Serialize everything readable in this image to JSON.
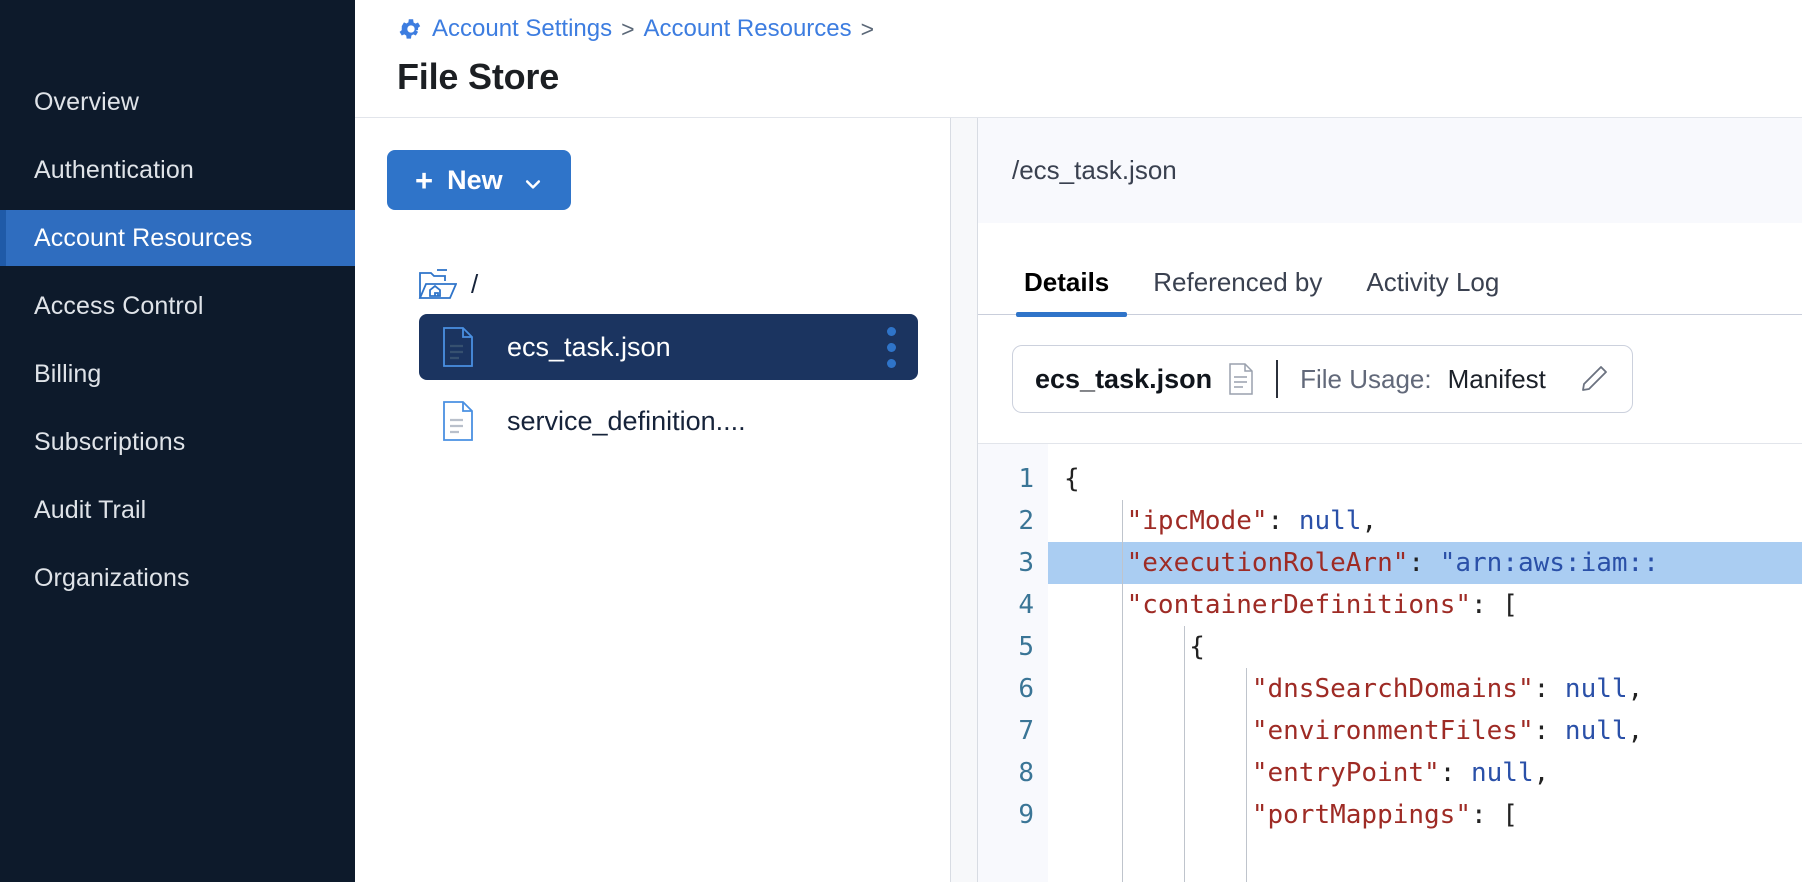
{
  "sidebar": {
    "items": [
      {
        "label": "Overview",
        "active": false
      },
      {
        "label": "Authentication",
        "active": false
      },
      {
        "label": "Account Resources",
        "active": true
      },
      {
        "label": "Access Control",
        "active": false
      },
      {
        "label": "Billing",
        "active": false
      },
      {
        "label": "Subscriptions",
        "active": false
      },
      {
        "label": "Audit Trail",
        "active": false
      },
      {
        "label": "Organizations",
        "active": false
      }
    ]
  },
  "header": {
    "gear_icon": "gear-icon",
    "breadcrumb": [
      {
        "label": "Account Settings",
        "sep": ">"
      },
      {
        "label": "Account Resources",
        "sep": ">"
      }
    ],
    "title": "File Store",
    "accent_color": "#3d7de0"
  },
  "tree": {
    "new_button": {
      "plus": "+",
      "label": "New",
      "chevron_icon": "chevron-down-icon"
    },
    "root": {
      "icon": "open-folder-home-icon",
      "label": "/"
    },
    "files": [
      {
        "name": "ecs_task.json",
        "icon": "json-file-icon",
        "selected": true,
        "menu_icon": "kebab-menu-icon"
      },
      {
        "name": "service_definition....",
        "icon": "json-file-icon",
        "selected": false
      }
    ]
  },
  "detail": {
    "path": "/ecs_task.json",
    "tabs": [
      {
        "label": "Details",
        "active": true
      },
      {
        "label": "Referenced by",
        "active": false
      },
      {
        "label": "Activity Log",
        "active": false
      }
    ],
    "usage": {
      "file_name": "ecs_task.json",
      "file_icon": "document-icon",
      "label": "File Usage:",
      "value": "Manifest",
      "edit_icon": "pencil-icon"
    },
    "editor": {
      "line_numbers": [
        "1",
        "2",
        "3",
        "4",
        "5",
        "6",
        "7",
        "8",
        "9"
      ],
      "highlighted_line": 3,
      "lines": [
        [
          {
            "t": "{",
            "c": "p"
          }
        ],
        [
          {
            "t": "    ",
            "c": "p"
          },
          {
            "t": "\"ipcMode\"",
            "c": "k"
          },
          {
            "t": ": ",
            "c": "p"
          },
          {
            "t": "null",
            "c": "v"
          },
          {
            "t": ",",
            "c": "p"
          }
        ],
        [
          {
            "t": "    ",
            "c": "p"
          },
          {
            "t": "\"executionRoleArn\"",
            "c": "k"
          },
          {
            "t": ": ",
            "c": "p"
          },
          {
            "t": "\"arn:aws:iam::",
            "c": "v"
          }
        ],
        [
          {
            "t": "    ",
            "c": "p"
          },
          {
            "t": "\"containerDefinitions\"",
            "c": "k"
          },
          {
            "t": ": [",
            "c": "p"
          }
        ],
        [
          {
            "t": "        {",
            "c": "p"
          }
        ],
        [
          {
            "t": "            ",
            "c": "p"
          },
          {
            "t": "\"dnsSearchDomains\"",
            "c": "k"
          },
          {
            "t": ": ",
            "c": "p"
          },
          {
            "t": "null",
            "c": "v"
          },
          {
            "t": ",",
            "c": "p"
          }
        ],
        [
          {
            "t": "            ",
            "c": "p"
          },
          {
            "t": "\"environmentFiles\"",
            "c": "k"
          },
          {
            "t": ": ",
            "c": "p"
          },
          {
            "t": "null",
            "c": "v"
          },
          {
            "t": ",",
            "c": "p"
          }
        ],
        [
          {
            "t": "            ",
            "c": "p"
          },
          {
            "t": "\"entryPoint\"",
            "c": "k"
          },
          {
            "t": ": ",
            "c": "p"
          },
          {
            "t": "null",
            "c": "v"
          },
          {
            "t": ",",
            "c": "p"
          }
        ],
        [
          {
            "t": "            ",
            "c": "p"
          },
          {
            "t": "\"portMappings\"",
            "c": "k"
          },
          {
            "t": ": [",
            "c": "p"
          }
        ]
      ]
    }
  },
  "colors": {
    "sidebar_bg": "#0d1a2b",
    "sidebar_active": "#2f6dbf",
    "primary": "#2f74c9",
    "selected_row": "#1b3460",
    "code_key": "#9e2b25",
    "code_value": "#2a50a8",
    "highlight": "#aacdf2"
  }
}
